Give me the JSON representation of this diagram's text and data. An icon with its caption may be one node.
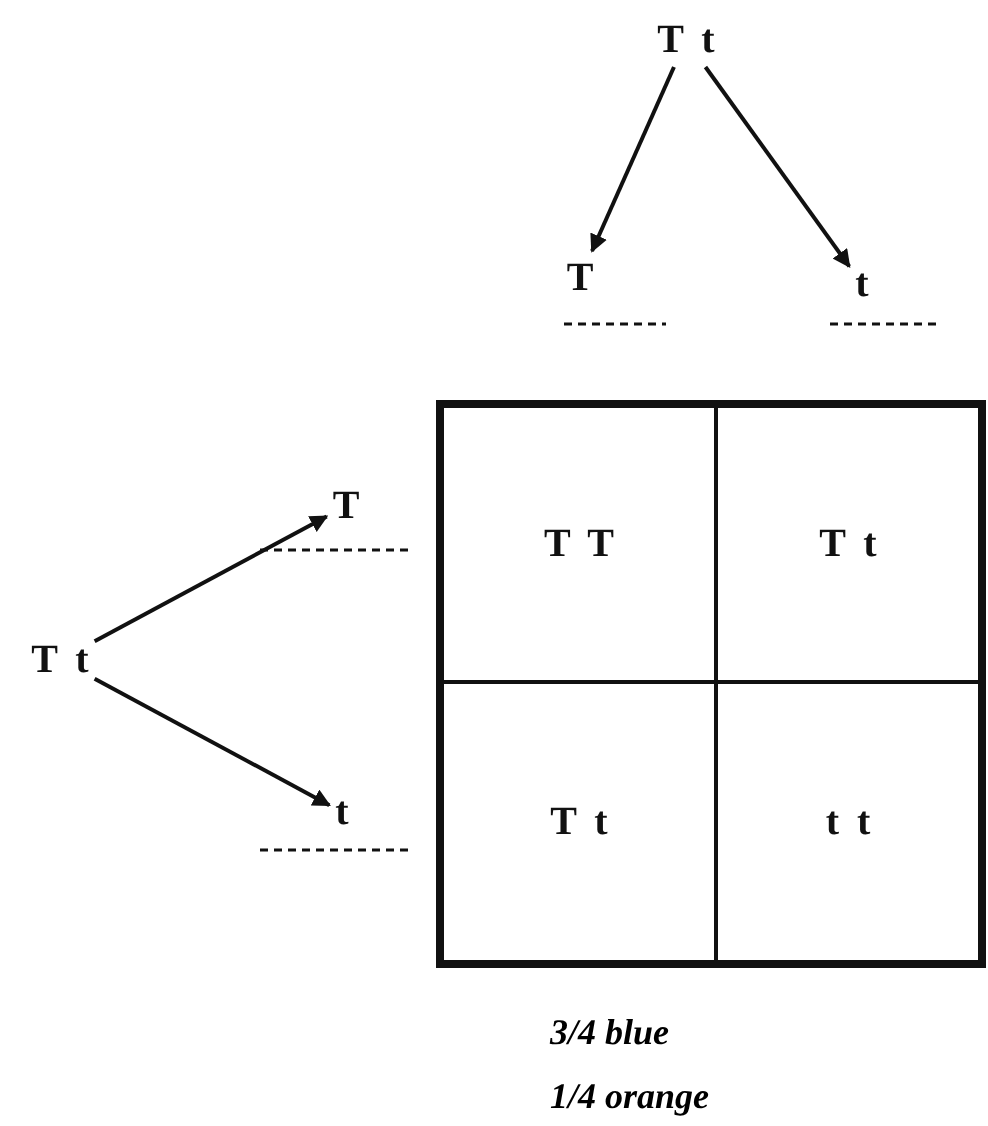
{
  "diagram": {
    "nodes": [
      {
        "text": [
          "T t"
        ]
      },
      {
        "text": [
          "T"
        ]
      },
      {
        "text": [
          "t"
        ]
      },
      {
        "text": [
          "T t"
        ]
      },
      {
        "text": [
          "T"
        ]
      },
      {
        "text": [
          "t"
        ]
      },
      {
        "text": [],
        "shape": "box"
      },
      {
        "text": [
          "T T"
        ],
        "in": 6
      },
      {
        "text": [
          "T t"
        ],
        "in": 6
      },
      {
        "text": [
          "T t"
        ],
        "in": 6
      },
      {
        "text": [
          "t t"
        ],
        "in": 6
      }
    ],
    "edges": [
      {
        "from": 0,
        "to": 1,
        "arrow": "to"
      },
      {
        "from": 0,
        "to": 2,
        "arrow": "to"
      },
      {
        "from": 3,
        "to": 4,
        "arrow": "to"
      },
      {
        "from": 3,
        "to": 5,
        "arrow": "to"
      }
    ],
    "labels": [
      "3/4 blue",
      "1/4 orange"
    ]
  }
}
